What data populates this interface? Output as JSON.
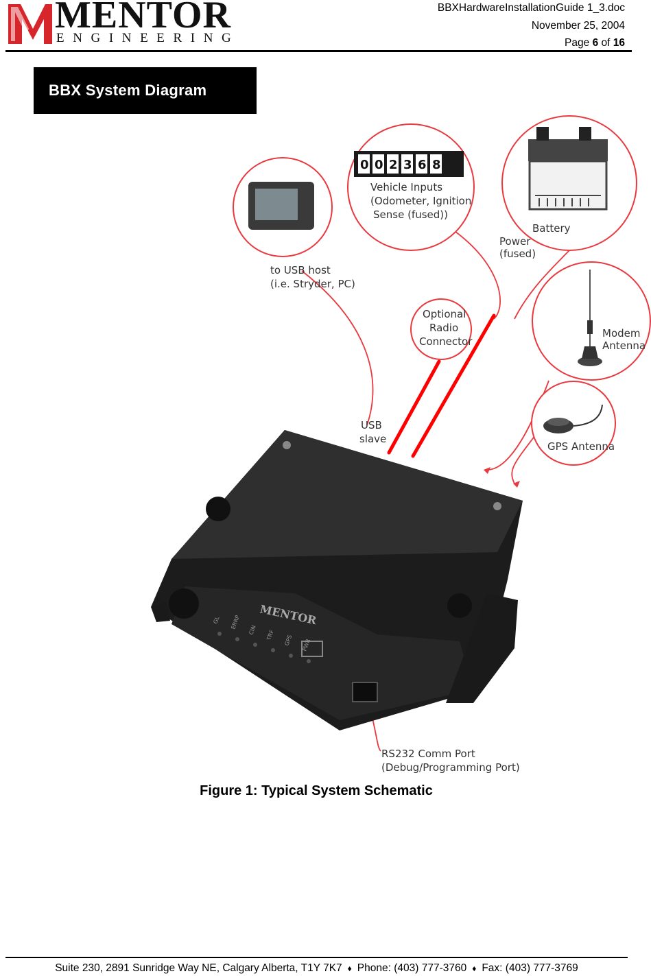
{
  "header": {
    "logo_word": "MENTOR",
    "logo_sub": "ENGINEERING",
    "filename": "BBXHardwareInstallationGuide 1_3.doc",
    "date": "November 25, 2004",
    "page_prefix": "Page",
    "page_current": "6",
    "page_of": "of",
    "page_total": "16"
  },
  "diagram": {
    "banner": "BBX System Diagram",
    "odometer_digits": [
      "0",
      "0",
      "2",
      "3",
      "6",
      "8"
    ],
    "labels": {
      "usb_host": [
        "to USB host",
        "(i.e. Stryder, PC)"
      ],
      "vehicle_inputs": [
        "Vehicle Inputs",
        "(Odometer, Ignition",
        "Sense (fused))"
      ],
      "battery": "Battery",
      "power": [
        "Power",
        "(fused)"
      ],
      "radio": [
        "Optional",
        "Radio",
        "Connector"
      ],
      "modem_antenna": [
        "Modem",
        "Antenna"
      ],
      "gps_antenna": "GPS Antenna",
      "usb_slave": [
        "USB",
        "slave"
      ],
      "rs232": [
        "RS232 Comm Port",
        "(Debug/Programming Port)"
      ],
      "device_brand": "MENTOR",
      "leds": [
        "GL",
        "ERRP",
        "CIN",
        "TRF",
        "GPS",
        "PWR"
      ]
    },
    "colors": {
      "callout": "#e8393f",
      "cable": "#ff0000",
      "device": "#2a2a2a"
    }
  },
  "caption": "Figure 1: Typical System Schematic",
  "footer": {
    "address": "Suite 230, 2891 Sunridge Way NE, Calgary Alberta, T1Y 7K7",
    "phone": "Phone: (403) 777-3760",
    "fax": "Fax: (403) 777-3769",
    "separator": "♦"
  }
}
